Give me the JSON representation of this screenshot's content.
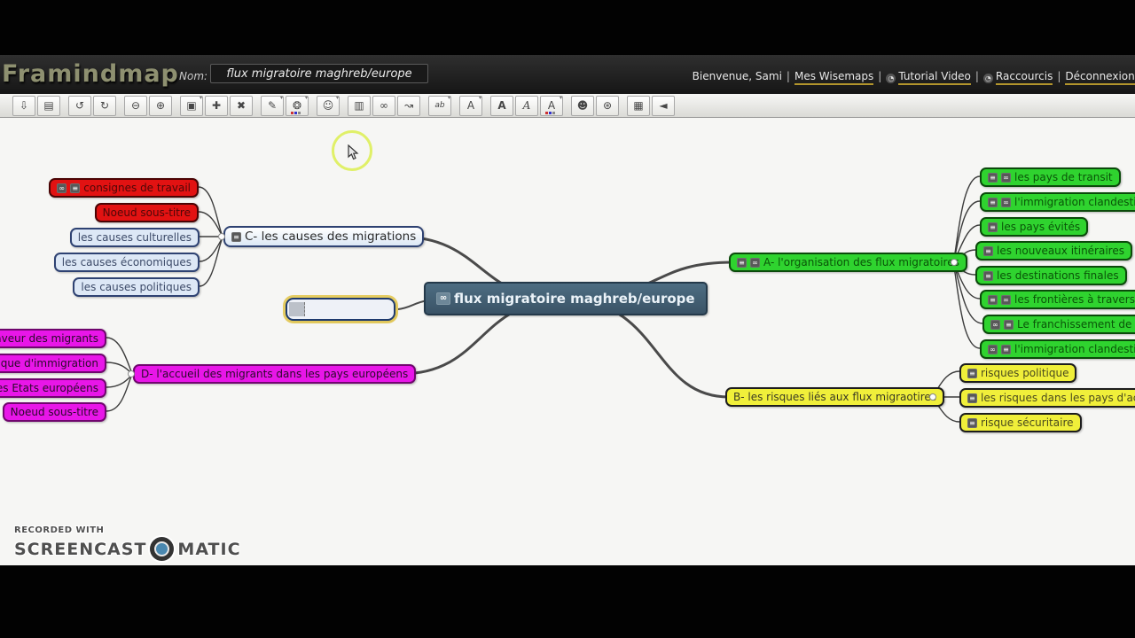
{
  "header": {
    "logo": "Framindmap",
    "name_label": "Nom:",
    "map_name": "flux migratoire maghreb/europe",
    "welcome": "Bienvenue, Sami",
    "separator": "|",
    "links": [
      "Mes Wisemaps",
      "Tutorial Video",
      "Raccourcis",
      "Déconnexions"
    ]
  },
  "icons": {
    "note": "≡",
    "link": "∞",
    "caret": "▾",
    "clock": "◔"
  },
  "toolbar": {
    "buttons": [
      {
        "name": "save",
        "glyph": "⇩"
      },
      {
        "name": "print",
        "glyph": "▤"
      },
      {
        "name": "undo",
        "glyph": "↺"
      },
      {
        "name": "redo",
        "glyph": "↻"
      },
      {
        "name": "zoom-out",
        "glyph": "⊖"
      },
      {
        "name": "zoom-in",
        "glyph": "⊕"
      },
      {
        "name": "topic-shape",
        "glyph": "▣"
      },
      {
        "name": "add-topic",
        "glyph": "✚"
      },
      {
        "name": "delete-topic",
        "glyph": "✖"
      },
      {
        "name": "border-color",
        "glyph": "✎"
      },
      {
        "name": "fill-color",
        "glyph": "❂"
      },
      {
        "name": "topic-icon",
        "glyph": "☺"
      },
      {
        "name": "note",
        "glyph": "▥"
      },
      {
        "name": "link",
        "glyph": "∞"
      },
      {
        "name": "relationship",
        "glyph": "↝"
      },
      {
        "name": "spellcheck",
        "glyph": "ab"
      },
      {
        "name": "font-family",
        "glyph": "A"
      },
      {
        "name": "bold",
        "glyph": "A"
      },
      {
        "name": "italic",
        "glyph": "A"
      },
      {
        "name": "font-color",
        "glyph": "A"
      },
      {
        "name": "share",
        "glyph": "☻"
      },
      {
        "name": "publish",
        "glyph": "⊛"
      },
      {
        "name": "export",
        "glyph": "▦"
      },
      {
        "name": "history",
        "glyph": "◄"
      }
    ]
  },
  "mindmap": {
    "center": {
      "label": "flux migratoire maghreb/europe"
    },
    "branch_a": {
      "label": "A- l'organisation des flux migratoires",
      "children": [
        "les pays de transit",
        "l'immigration clandestine vue p",
        "les pays évités",
        "les nouveaux itinéraires",
        "les destinations finales",
        "les frontières à traverser",
        "Le franchissement de Melilla",
        "l'immigration clandestine vue p"
      ]
    },
    "branch_b": {
      "label": "B- les risques liés aux flux migraotires",
      "children": [
        "risques politique",
        "les risques dans les pays d'accueil",
        "risque sécuritaire"
      ]
    },
    "branch_c": {
      "label": "C- les causes des migrations",
      "children": [
        "consignes de travail",
        "Noeud sous-titre",
        "les causes culturelles",
        "les causes économiques",
        "les causes politiques"
      ]
    },
    "branch_d": {
      "label": "D- l'accueil des migrants dans les pays européens",
      "children": [
        "en faveur des migrants",
        "politique d'immigration",
        "dans les Etats européens",
        "Noeud sous-titre"
      ]
    }
  },
  "watermark": {
    "recorded": "RECORDED WITH",
    "brand_left": "SCREENCAST",
    "brand_right": "MATIC"
  }
}
